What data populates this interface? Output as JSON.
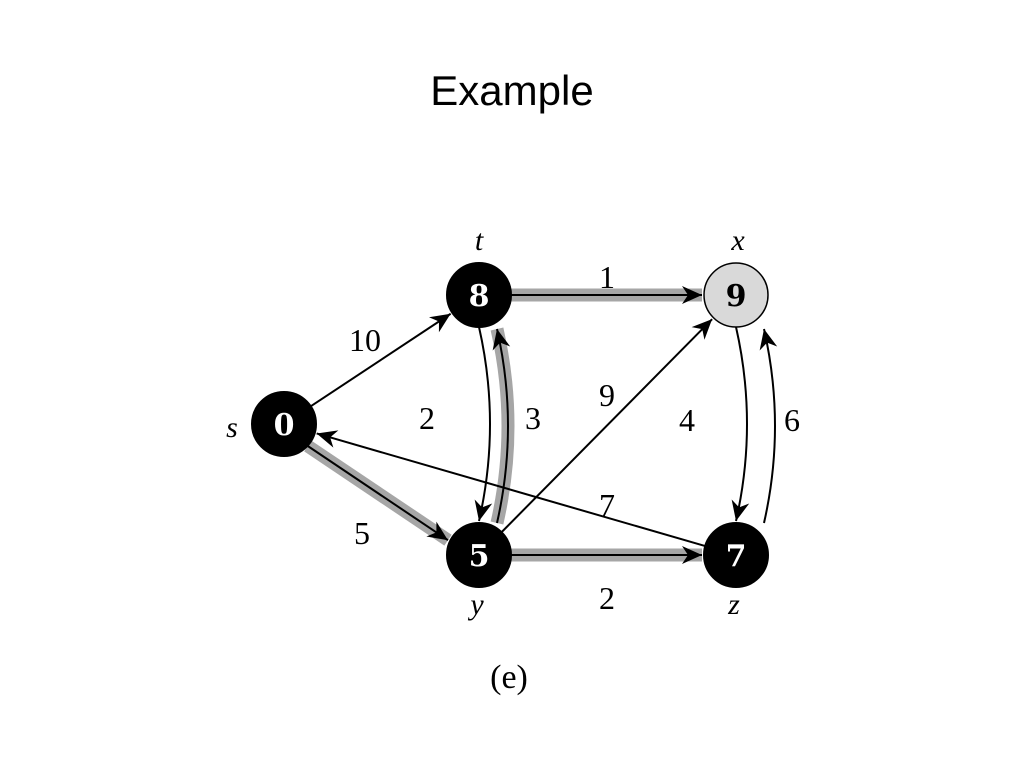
{
  "slide": {
    "title": "Example"
  },
  "figure": {
    "caption": "(e)",
    "colors": {
      "node_fill": "#000000",
      "node_text": "#ffffff",
      "frontier_fill": "#d9d9d9",
      "shortest_path_highlight": "#a6a6a6",
      "edge": "#000000"
    },
    "vertices": [
      {
        "id": "s",
        "name": "s",
        "distance": "0",
        "state": "finished"
      },
      {
        "id": "t",
        "name": "t",
        "distance": "8",
        "state": "finished"
      },
      {
        "id": "x",
        "name": "x",
        "distance": "9",
        "state": "current"
      },
      {
        "id": "y",
        "name": "y",
        "distance": "5",
        "state": "finished"
      },
      {
        "id": "z",
        "name": "z",
        "distance": "7",
        "state": "finished"
      }
    ],
    "edges": [
      {
        "id": "s-t",
        "from": "s",
        "to": "t",
        "weight": "10",
        "in_shortest_path_tree": false
      },
      {
        "id": "s-y",
        "from": "s",
        "to": "y",
        "weight": "5",
        "in_shortest_path_tree": true
      },
      {
        "id": "t-x",
        "from": "t",
        "to": "x",
        "weight": "1",
        "in_shortest_path_tree": true
      },
      {
        "id": "t-y",
        "from": "t",
        "to": "y",
        "weight": "2",
        "in_shortest_path_tree": false
      },
      {
        "id": "y-t",
        "from": "y",
        "to": "t",
        "weight": "3",
        "in_shortest_path_tree": true
      },
      {
        "id": "y-x",
        "from": "y",
        "to": "x",
        "weight": "9",
        "in_shortest_path_tree": false
      },
      {
        "id": "y-z",
        "from": "y",
        "to": "z",
        "weight": "2",
        "in_shortest_path_tree": true
      },
      {
        "id": "x-z",
        "from": "x",
        "to": "z",
        "weight": "4",
        "in_shortest_path_tree": false
      },
      {
        "id": "z-x",
        "from": "z",
        "to": "x",
        "weight": "6",
        "in_shortest_path_tree": false
      },
      {
        "id": "z-s",
        "from": "z",
        "to": "s",
        "weight": "7",
        "in_shortest_path_tree": false
      }
    ]
  }
}
